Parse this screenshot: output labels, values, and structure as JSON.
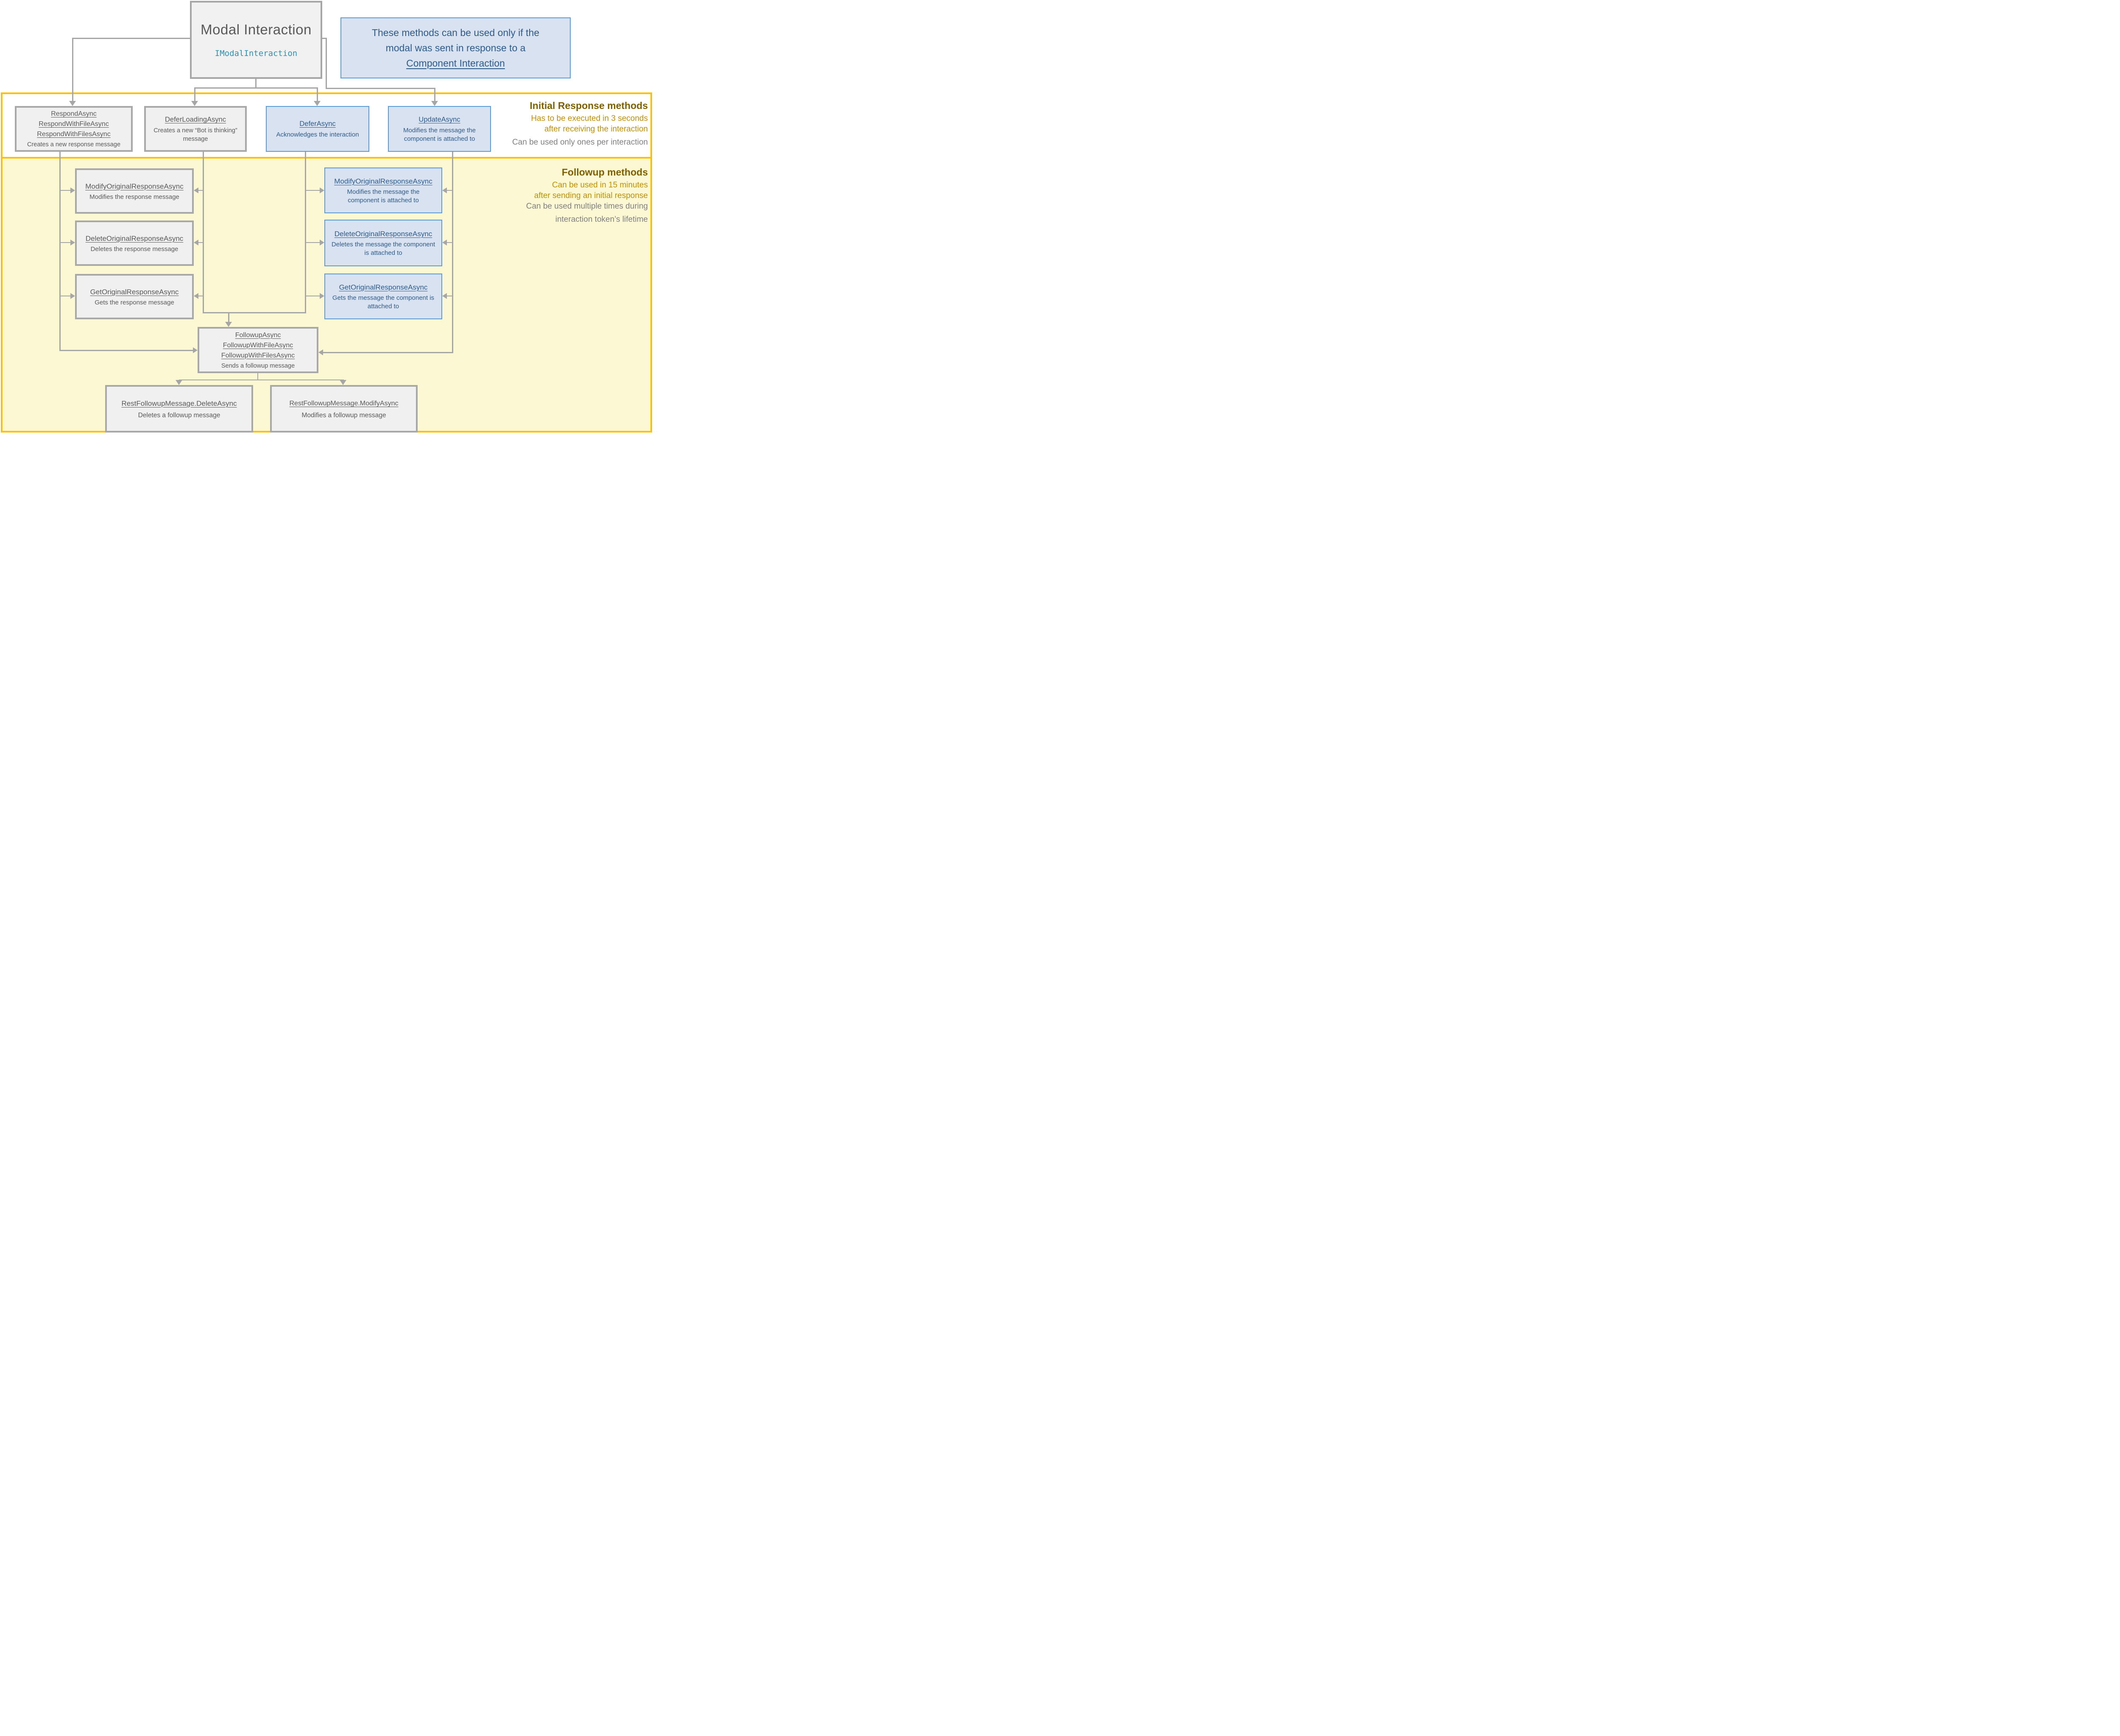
{
  "colors": {
    "band_border": "#FFC000",
    "followup_bg": "#FCF8D3",
    "gray_box_bg": "#F0F0F1",
    "gray_box_border": "#A8A8A8",
    "blue_box_bg": "#D8E2F0",
    "blue_box_border": "#5B9BD5",
    "gray_text": "#595959",
    "blue_text": "#2E5B8A",
    "heading_gold": "#7F6000",
    "body_gold": "#BF9000",
    "note_gray": "#808080",
    "connector_gray": "#A6A6A6",
    "interface_teal": "#2B91AF"
  },
  "title_box": {
    "title": "Modal Interaction",
    "interface": "IModalInteraction"
  },
  "note_box": {
    "line1": "These methods can be used only if the",
    "line2": "modal was sent in response to a",
    "link_text": "Component Interaction"
  },
  "initial_section": {
    "heading": "Initial Response methods",
    "rule_line1": "Has to be executed in 3 seconds",
    "rule_line2": "after receiving the interaction",
    "note": "Can be used only ones per interaction"
  },
  "followup_section": {
    "heading": "Followup methods",
    "rule_line1": "Can be used in 15 minutes",
    "rule_line2": "after sending an initial response",
    "note_line1": "Can be used multiple times during",
    "note_line2": "interaction token’s lifetime"
  },
  "nodes": {
    "respond": {
      "methods": [
        "RespondAsync",
        "RespondWithFileAsync",
        "RespondWithFilesAsync"
      ],
      "description": "Creates a new response message"
    },
    "defer_loading": {
      "methods": [
        "DeferLoadingAsync"
      ],
      "description": "Creates a new “Bot is thinking” message"
    },
    "defer": {
      "methods": [
        "DeferAsync"
      ],
      "description": "Acknowledges the interaction"
    },
    "update": {
      "methods": [
        "UpdateAsync"
      ],
      "description": "Modifies the message the component is attached to"
    },
    "modify_original": {
      "methods": [
        "ModifyOriginalResponseAsync"
      ],
      "description": "Modifies the response message"
    },
    "delete_original": {
      "methods": [
        "DeleteOriginalResponseAsync"
      ],
      "description": "Deletes the response message"
    },
    "get_original": {
      "methods": [
        "GetOriginalResponseAsync"
      ],
      "description": "Gets the response message"
    },
    "modify_original_component": {
      "methods": [
        "ModifyOriginalResponseAsync"
      ],
      "description": "Modifies the message the component is attached to"
    },
    "delete_original_component": {
      "methods": [
        "DeleteOriginalResponseAsync"
      ],
      "description": "Deletes the message the component is attached to"
    },
    "get_original_component": {
      "methods": [
        "GetOriginalResponseAsync"
      ],
      "description": "Gets the message the component is attached to"
    },
    "followup": {
      "methods": [
        "FollowupAsync",
        "FollowupWithFileAsync",
        "FollowupWithFilesAsync"
      ],
      "description": "Sends a followup message"
    },
    "rest_delete": {
      "methods": [
        "RestFollowupMessage.DeleteAsync"
      ],
      "description": "Deletes a followup message"
    },
    "rest_modify": {
      "methods": [
        "RestFollowupMessage.ModifyAsync"
      ],
      "description": "Modifies a followup message"
    }
  }
}
